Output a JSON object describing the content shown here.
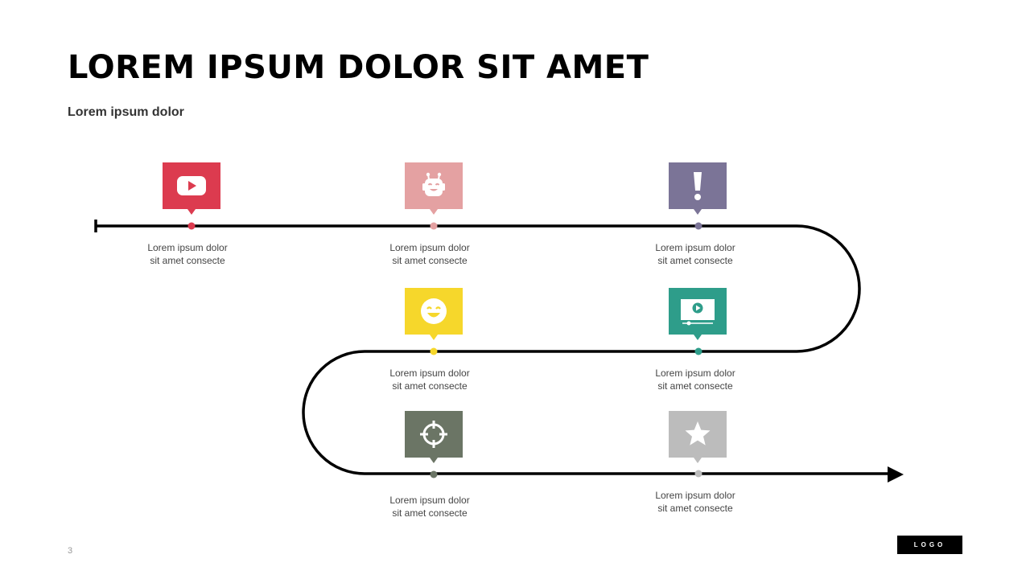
{
  "title": "LOREM IPSUM DOLOR SIT AMET",
  "subtitle": "Lorem ipsum dolor",
  "page_number": "3",
  "logo": "LOGO",
  "milestones": [
    {
      "icon": "youtube-play-icon",
      "color": "#dc3b4f",
      "line1": "Lorem ipsum dolor",
      "line2": "sit amet consecte"
    },
    {
      "icon": "robot-icon",
      "color": "#e4a1a2",
      "line1": "Lorem ipsum dolor",
      "line2": "sit amet consecte"
    },
    {
      "icon": "exclamation-icon",
      "color": "#7b7497",
      "line1": "Lorem ipsum dolor",
      "line2": "sit amet consecte"
    },
    {
      "icon": "smiley-icon",
      "color": "#f6d72b",
      "line1": "Lorem ipsum dolor",
      "line2": "sit amet consecte"
    },
    {
      "icon": "video-screen-icon",
      "color": "#2e9d8a",
      "line1": "Lorem ipsum dolor",
      "line2": "sit amet consecte"
    },
    {
      "icon": "crosshair-icon",
      "color": "#6b7565",
      "line1": "Lorem ipsum dolor",
      "line2": "sit amet consecte"
    },
    {
      "icon": "star-icon",
      "color": "#bcbcbc",
      "line1": "Lorem ipsum dolor",
      "line2": "sit amet consecte"
    }
  ]
}
